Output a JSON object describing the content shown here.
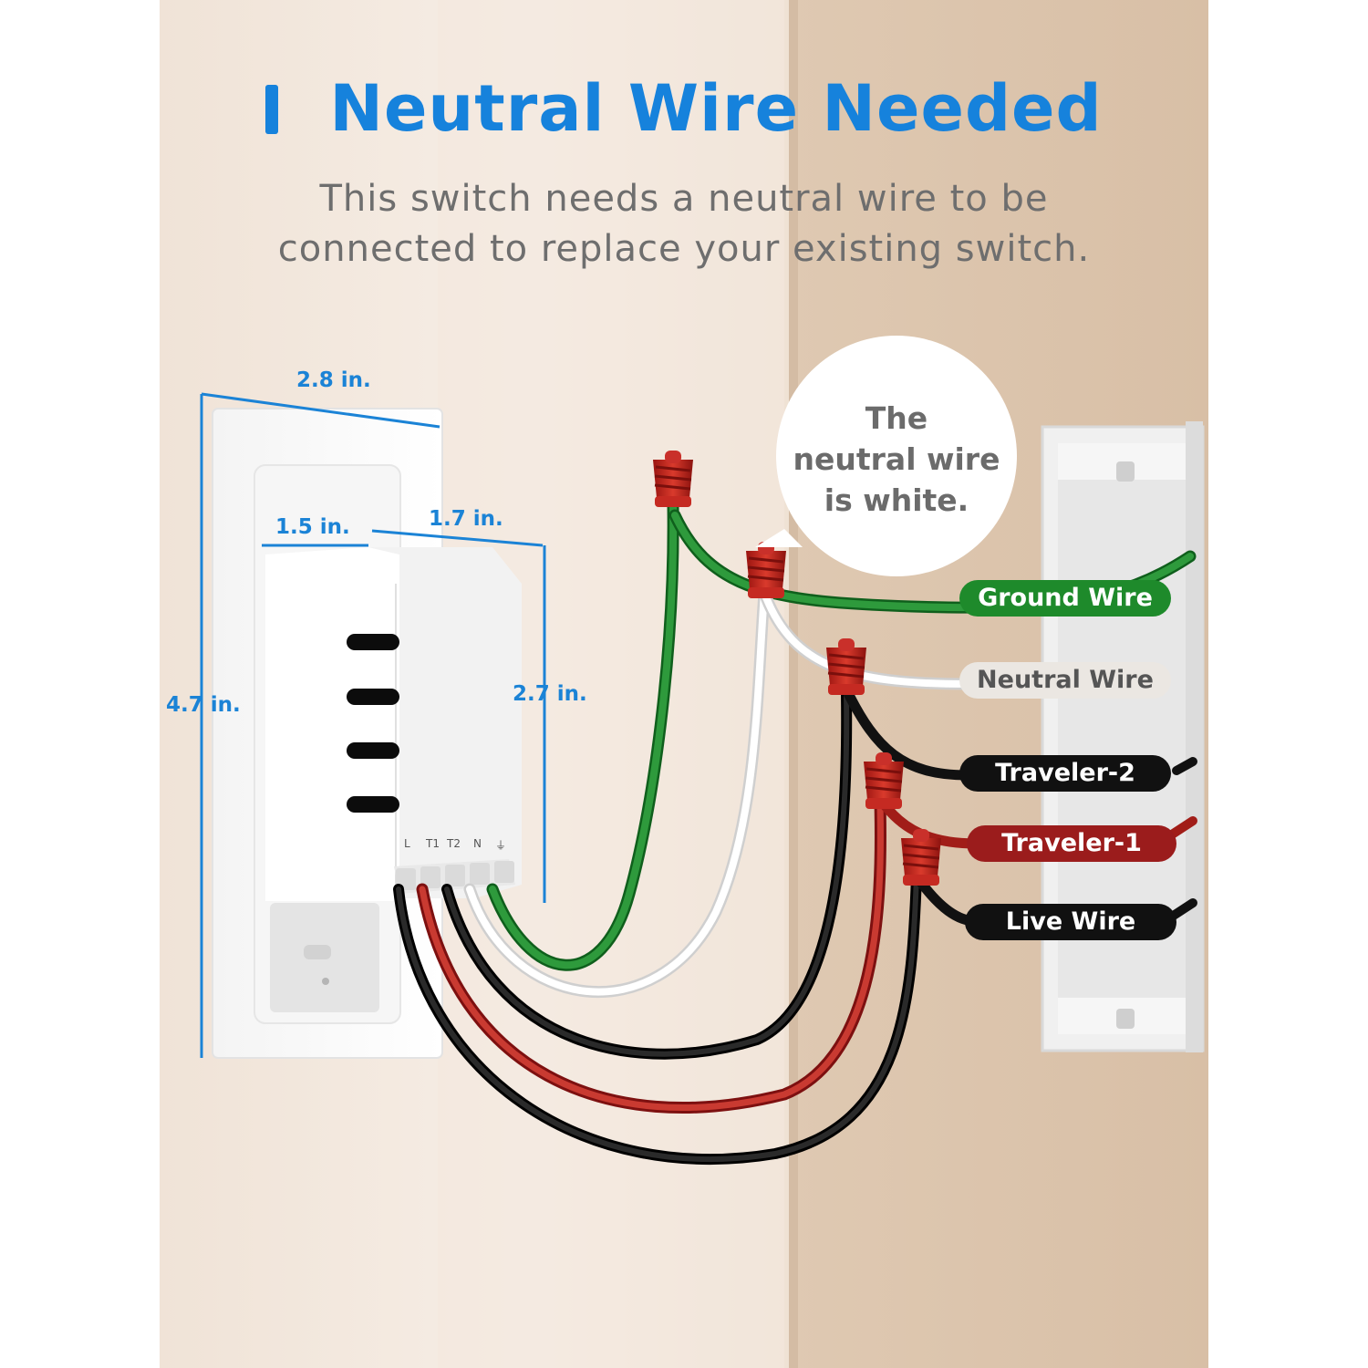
{
  "title": "Neutral Wire Needed",
  "subtitle_lines": [
    "This switch needs a neutral wire to be",
    "connected to replace your existing switch."
  ],
  "dimensions": {
    "width": "2.8 in.",
    "module_left_depth": "1.5 in.",
    "module_right_depth": "1.7 in.",
    "height": "4.7 in.",
    "module_height": "2.7 in."
  },
  "callout_lines": [
    "The",
    "neutral wire",
    "is white."
  ],
  "terminals": [
    "L",
    "T1",
    "T2",
    "N",
    "⏚"
  ],
  "wire_labels": [
    {
      "text": "Ground Wire",
      "color": "#1e8a2b",
      "text_color": "#ffffff"
    },
    {
      "text": "Neutral Wire",
      "color": "#ebe7e2",
      "text_color": "#555555"
    },
    {
      "text": "Traveler-2",
      "color": "#111111",
      "text_color": "#ffffff"
    },
    {
      "text": "Traveler-1",
      "color": "#9b1c1c",
      "text_color": "#ffffff"
    },
    {
      "text": "Live Wire",
      "color": "#111111",
      "text_color": "#ffffff"
    }
  ],
  "accent_color": "#1682dc"
}
